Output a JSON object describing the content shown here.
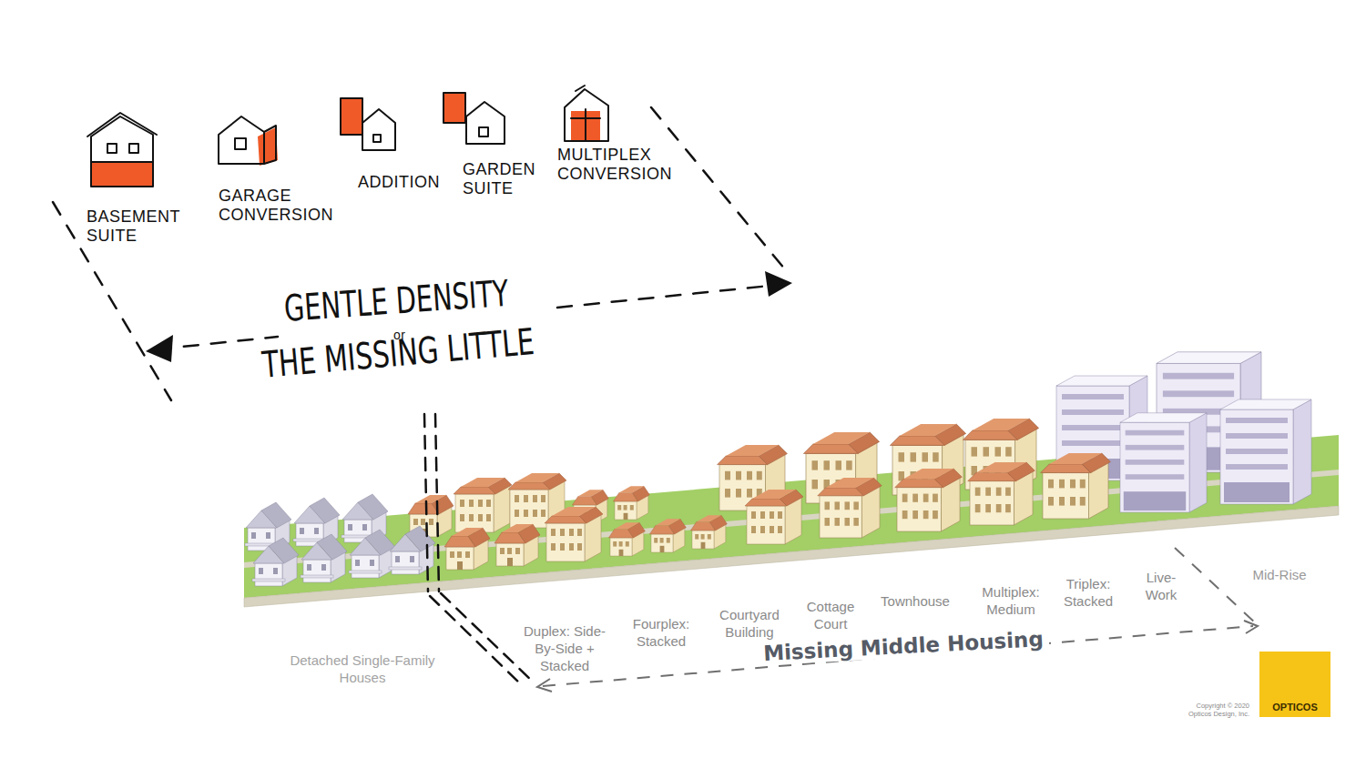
{
  "diagram": {
    "nodes": [
      {
        "text": [
          "OPTICOS"
        ]
      }
    ],
    "labels": [
      "BASEMENT SUITE",
      "GARAGE CONVERSION",
      "ADDITION",
      "GARDEN SUITE",
      "MULTIPLEX CONVERSION",
      "GENTLE DENSITY",
      "or",
      "THE MISSING LITTLE",
      "Duplex: Side-By-Side + Stacked",
      "Fourplex: Stacked",
      "Courtyard Building",
      "Cottage Court",
      "Townhouse",
      "Multiplex: Medium",
      "Triplex: Stacked",
      "Live-Work",
      "Mid-Rise",
      "Detached Single-Family Houses",
      "Missing Middle Housing",
      "Copyright © 2020 Opticos Design, Inc."
    ]
  }
}
